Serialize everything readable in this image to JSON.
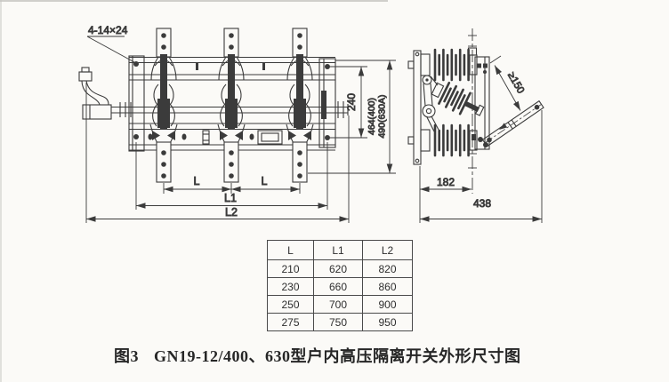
{
  "drawing": {
    "callout_mounting_holes": "4-14×24",
    "dim_L_left": "L",
    "dim_L_right": "L",
    "dim_L1": "L1",
    "dim_L2": "L2",
    "dim_240": "240",
    "dim_height_400": "464(400)",
    "dim_height_630": "490(630A)",
    "dim_min_clearance": "≥150",
    "dim_182": "182",
    "dim_438": "438"
  },
  "dims_table": {
    "headers": [
      "L",
      "L1",
      "L2"
    ],
    "rows": [
      [
        "210",
        "620",
        "820"
      ],
      [
        "230",
        "660",
        "860"
      ],
      [
        "250",
        "700",
        "900"
      ],
      [
        "275",
        "750",
        "950"
      ]
    ]
  },
  "caption": {
    "figure_no": "图3",
    "title": "GN19-12/400、630型户内高压隔离开关外形尺寸图"
  },
  "colors": {
    "ink": "#3b3b3b",
    "paper": "#fbfaf7"
  }
}
